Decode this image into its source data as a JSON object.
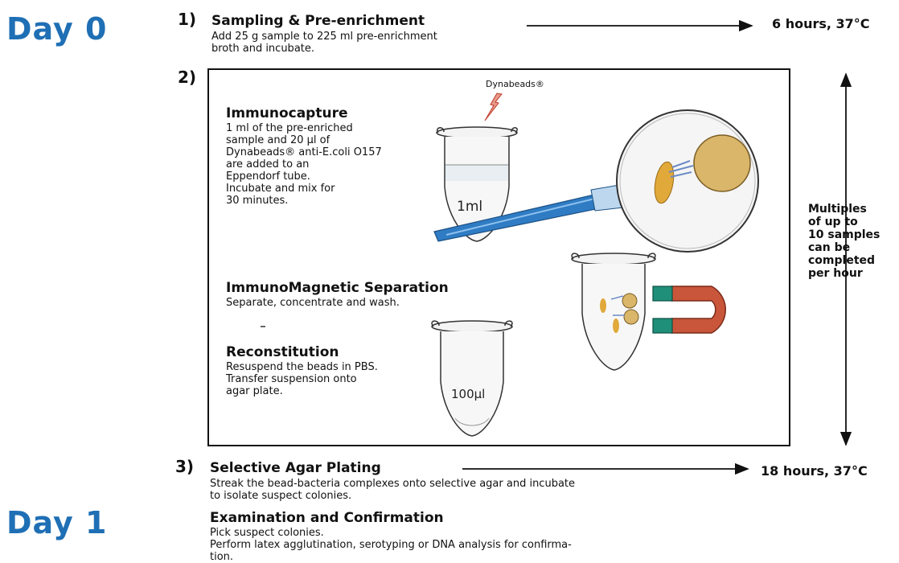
{
  "days": {
    "day0": "Day 0",
    "day1": "Day 1"
  },
  "steps": {
    "s1": {
      "num": "1)",
      "title": "Sampling & Pre-enrichment",
      "body": [
        "Add 25 g sample to 225 ml pre-enrichment",
        "broth and incubate."
      ],
      "time": "6 hours, 37°C"
    },
    "s2": {
      "num": "2)"
    },
    "s3": {
      "num": "3)",
      "title": "Selective Agar Plating",
      "body": [
        "Streak the bead-bacteria complexes onto selective agar and incubate",
        "to isolate suspect colonies."
      ],
      "time": "18 hours, 37°C"
    },
    "s4": {
      "title": "Examination and Confirmation",
      "body": [
        "Pick suspect colonies.",
        "Perform latex agglutination, serotyping or DNA analysis for confirma-",
        "tion."
      ]
    }
  },
  "box": {
    "dynabeads_label": "Dynabeads®",
    "immunocapture": {
      "title": "Immunocapture",
      "body": [
        "1 ml of the pre-enriched",
        "sample and 20 µl of",
        "Dynabeads® anti-E.coli O157",
        "are added to an",
        "Eppendorf tube.",
        "Incubate and mix for",
        "30 minutes."
      ]
    },
    "ims": {
      "title": "ImmunoMagnetic Separation",
      "body": [
        "Separate, concentrate and wash."
      ]
    },
    "reconstitution": {
      "title": "Reconstitution",
      "body": [
        "Resuspend the beads in PBS.",
        "Transfer suspension onto",
        "agar plate."
      ]
    },
    "tube1_label": "1ml",
    "tube3_label": "100µl"
  },
  "side_note": [
    "Multiples",
    "of up to",
    "10 samples",
    "can be",
    "completed",
    "per hour"
  ],
  "colors": {
    "day_blue": "#1f6fb5",
    "pipette_blue": "#2f7cc4",
    "magnet_red": "#c9563a",
    "magnet_green": "#1f8f7a",
    "bacteria_yellow": "#e0a93a",
    "bead_tan": "#d9b66a"
  }
}
